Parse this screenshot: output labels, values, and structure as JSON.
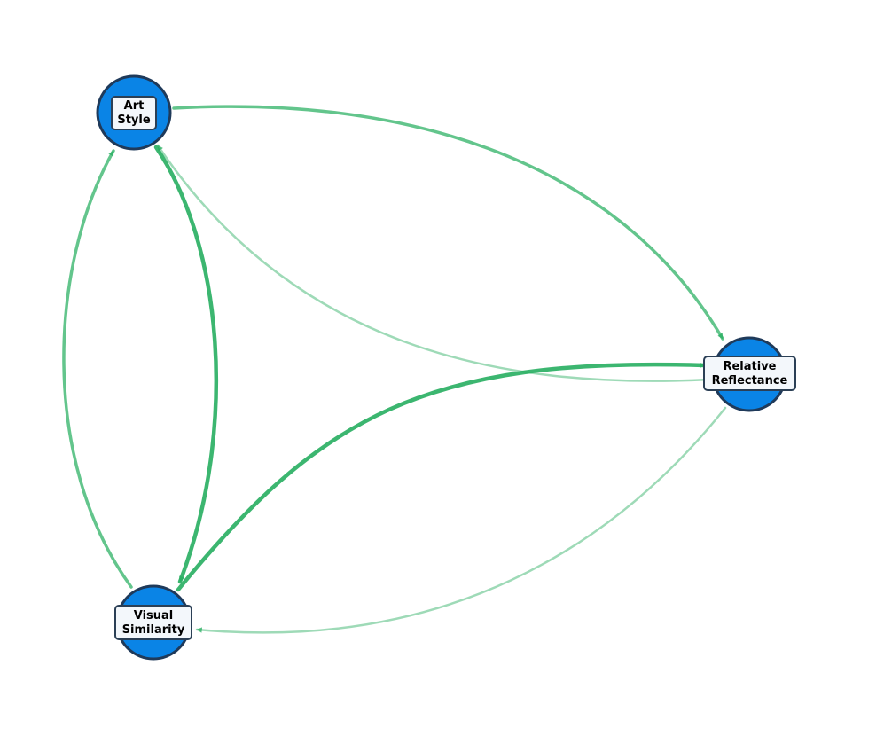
{
  "diagram": {
    "colors": {
      "background": "#ffffff",
      "node_fill": "#0a84e6",
      "node_stroke": "#1f3a5a",
      "label_box_fill": "#f3f7fb",
      "label_box_stroke": "#2b3f55",
      "edge": "#27ae60",
      "label_text": "#000000"
    },
    "nodes": [
      {
        "id": "art-style",
        "lines": [
          "Art",
          "Style"
        ]
      },
      {
        "id": "relative-reflectance",
        "lines": [
          "Relative",
          "Reflectance"
        ]
      },
      {
        "id": "visual-similarity",
        "lines": [
          "Visual",
          "Similarity"
        ]
      }
    ],
    "edges": [
      {
        "from": "art-style",
        "to": "relative-reflectance",
        "strength": "medium"
      },
      {
        "from": "relative-reflectance",
        "to": "art-style",
        "strength": "weak"
      },
      {
        "from": "art-style",
        "to": "visual-similarity",
        "strength": "strong"
      },
      {
        "from": "visual-similarity",
        "to": "art-style",
        "strength": "medium"
      },
      {
        "from": "visual-similarity",
        "to": "relative-reflectance",
        "strength": "strong"
      },
      {
        "from": "relative-reflectance",
        "to": "visual-similarity",
        "strength": "weak"
      }
    ]
  }
}
